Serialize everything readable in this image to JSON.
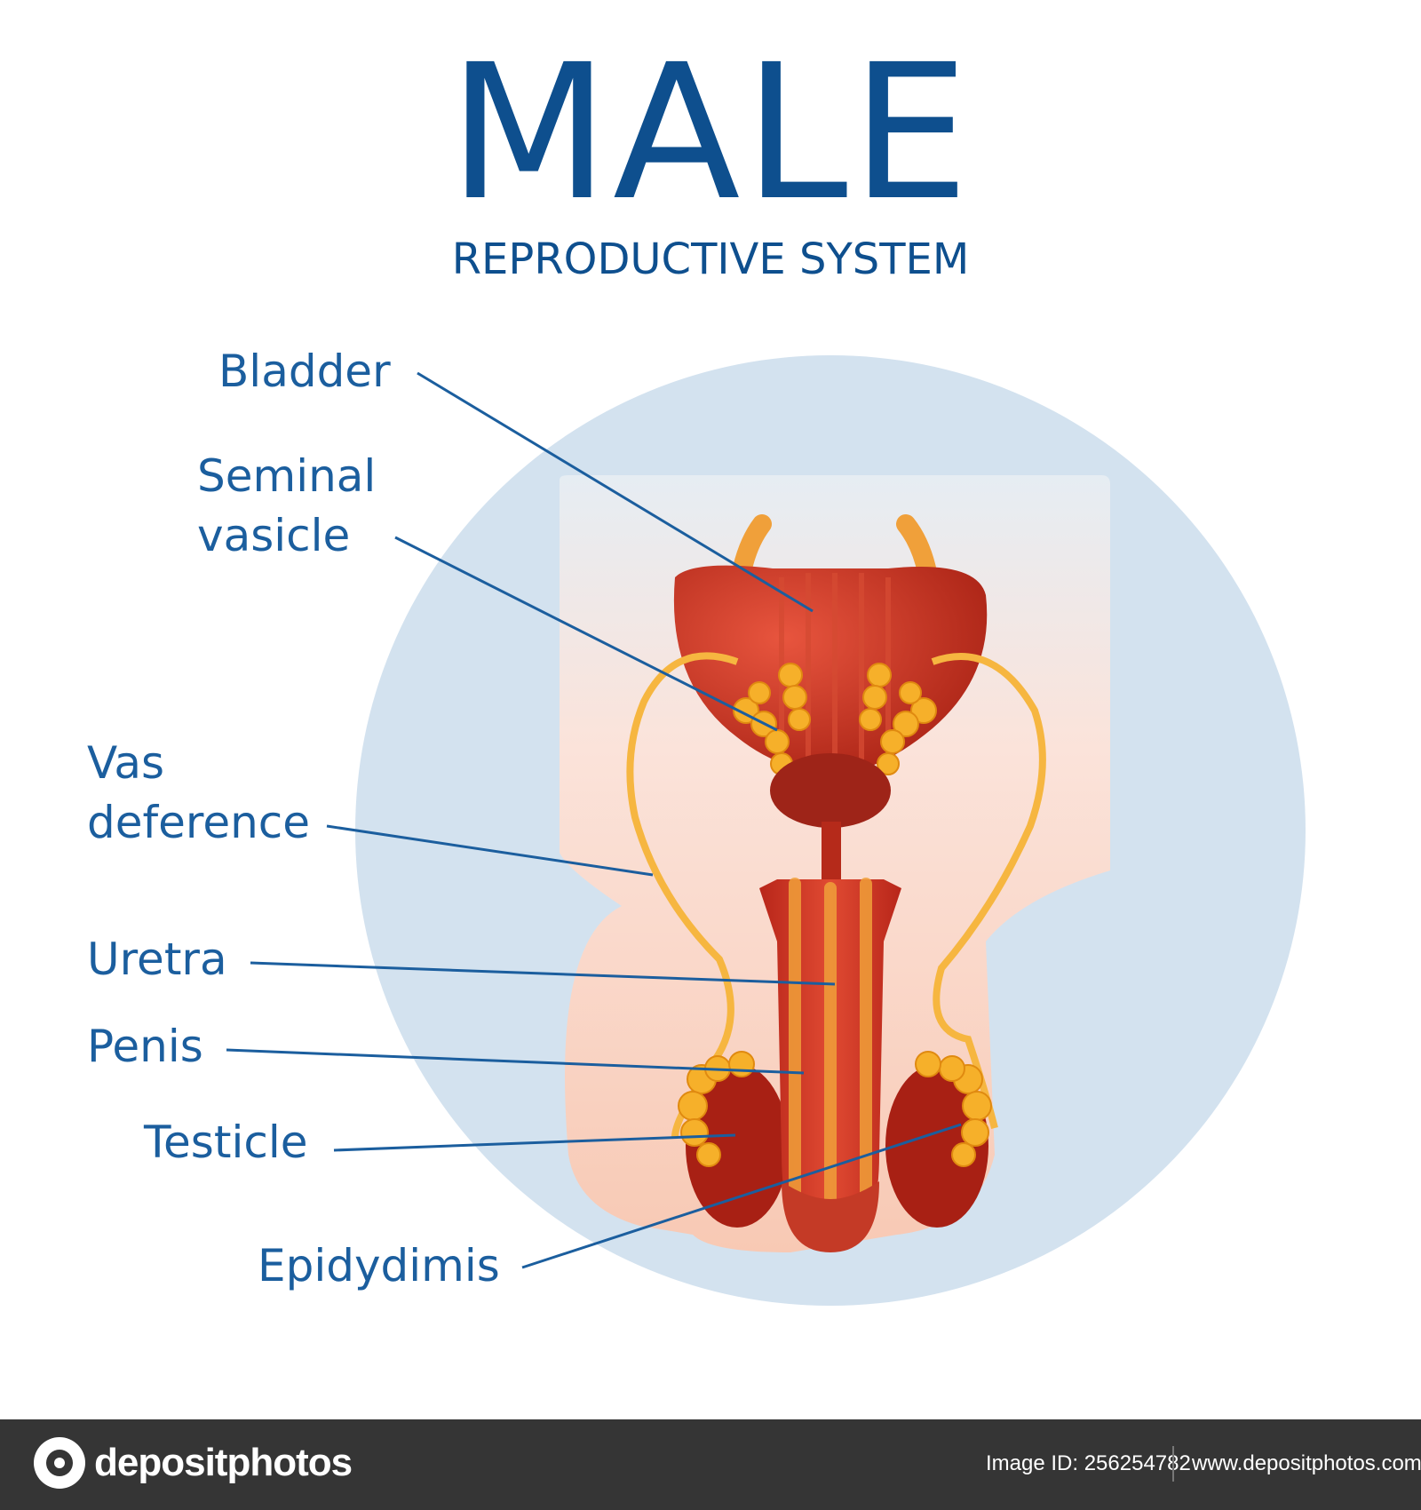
{
  "title": "MALE",
  "subtitle": "REPRODUCTIVE SYSTEM",
  "labels": {
    "bladder": "Bladder",
    "seminal_1": "Seminal",
    "seminal_2": "vasicle",
    "vas_1": "Vas",
    "vas_2": "deference",
    "uretra": "Uretra",
    "penis": "Penis",
    "testicle": "Testicle",
    "epidydimis": "Epidydimis"
  },
  "footer": {
    "brand": "depositphotos",
    "image_id": "Image ID: 256254782",
    "site": "www.depositphotos.com"
  },
  "colors": {
    "title": "#0e4f8e",
    "label": "#1b5e9e",
    "circle": "#d3e2ef",
    "organ_red": "#c8321e",
    "organ_yellow": "#f4a623",
    "footer_bg": "#353535"
  }
}
